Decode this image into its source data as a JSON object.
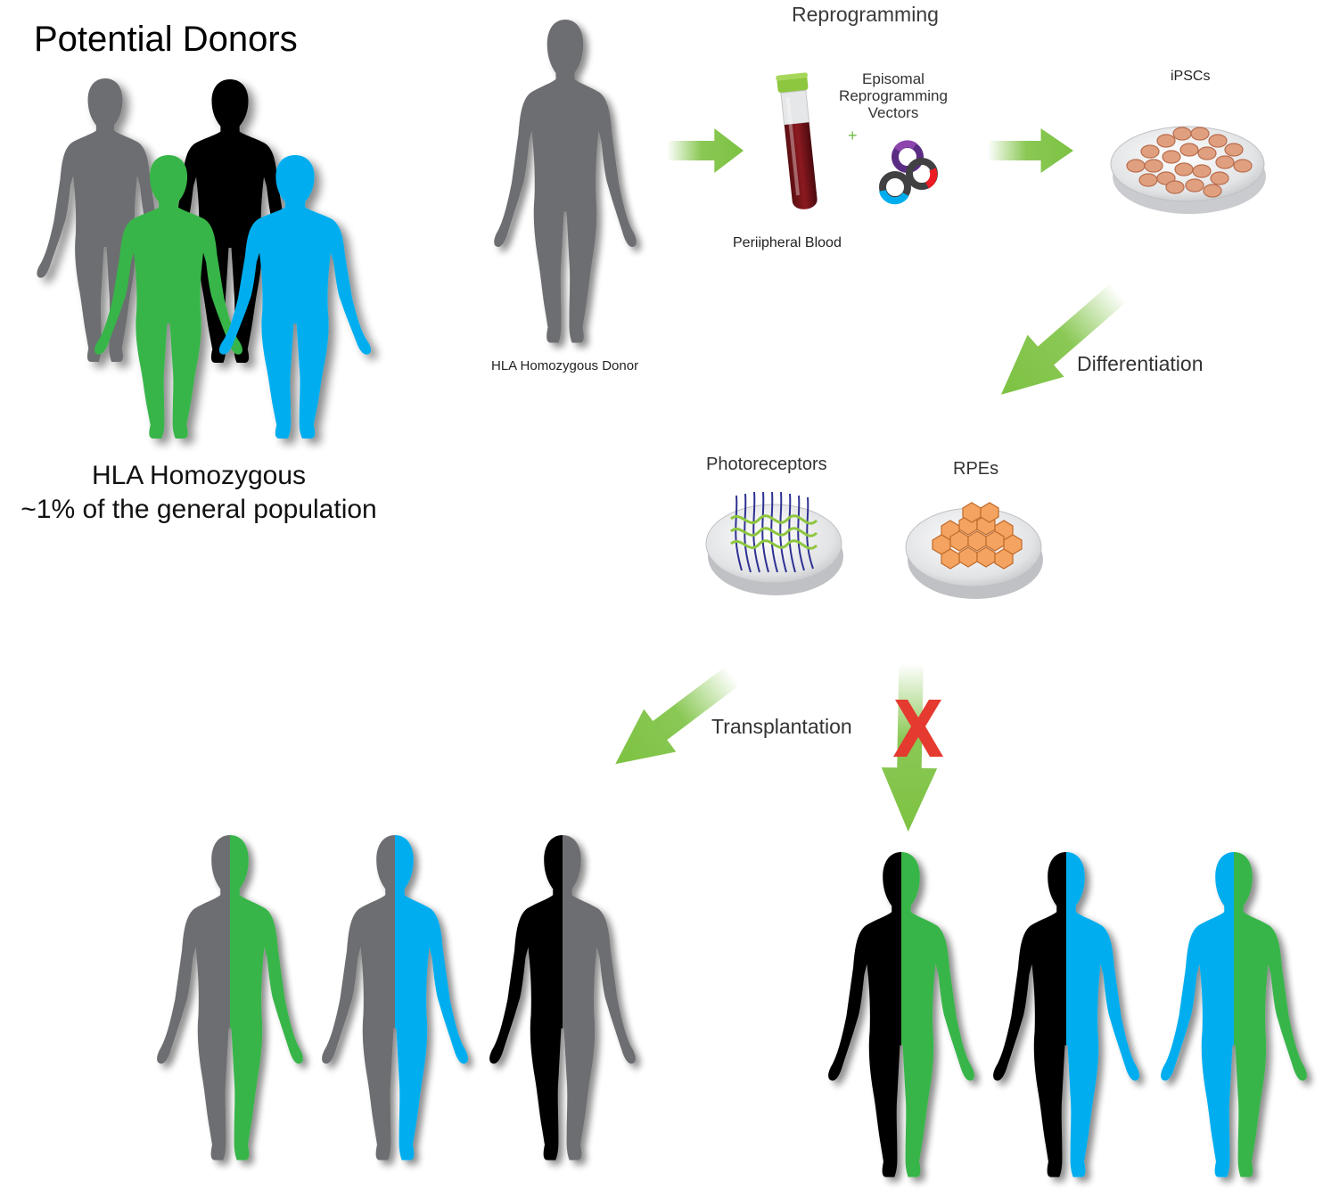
{
  "title": "Potential Donors",
  "population": {
    "line1": "HLA Homozygous",
    "line2": "~1% of the general population"
  },
  "steps": {
    "reprogramming": "Reprogramming",
    "episomal": "Episomal Reprogramming Vectors",
    "plus": "+",
    "ipscs": "iPSCs",
    "blood": "Periipheral Blood",
    "donor": "HLA Homozygous Donor",
    "differentiation": "Differentiation",
    "photoreceptors": "Photoreceptors",
    "rpes": "RPEs",
    "transplantation": "Transplantation"
  },
  "colors": {
    "gray": "#6d6e71",
    "black": "#000000",
    "green": "#39b54a",
    "blue": "#00aeef",
    "arrow": "#7dc242",
    "cross": "#e53a2f"
  }
}
